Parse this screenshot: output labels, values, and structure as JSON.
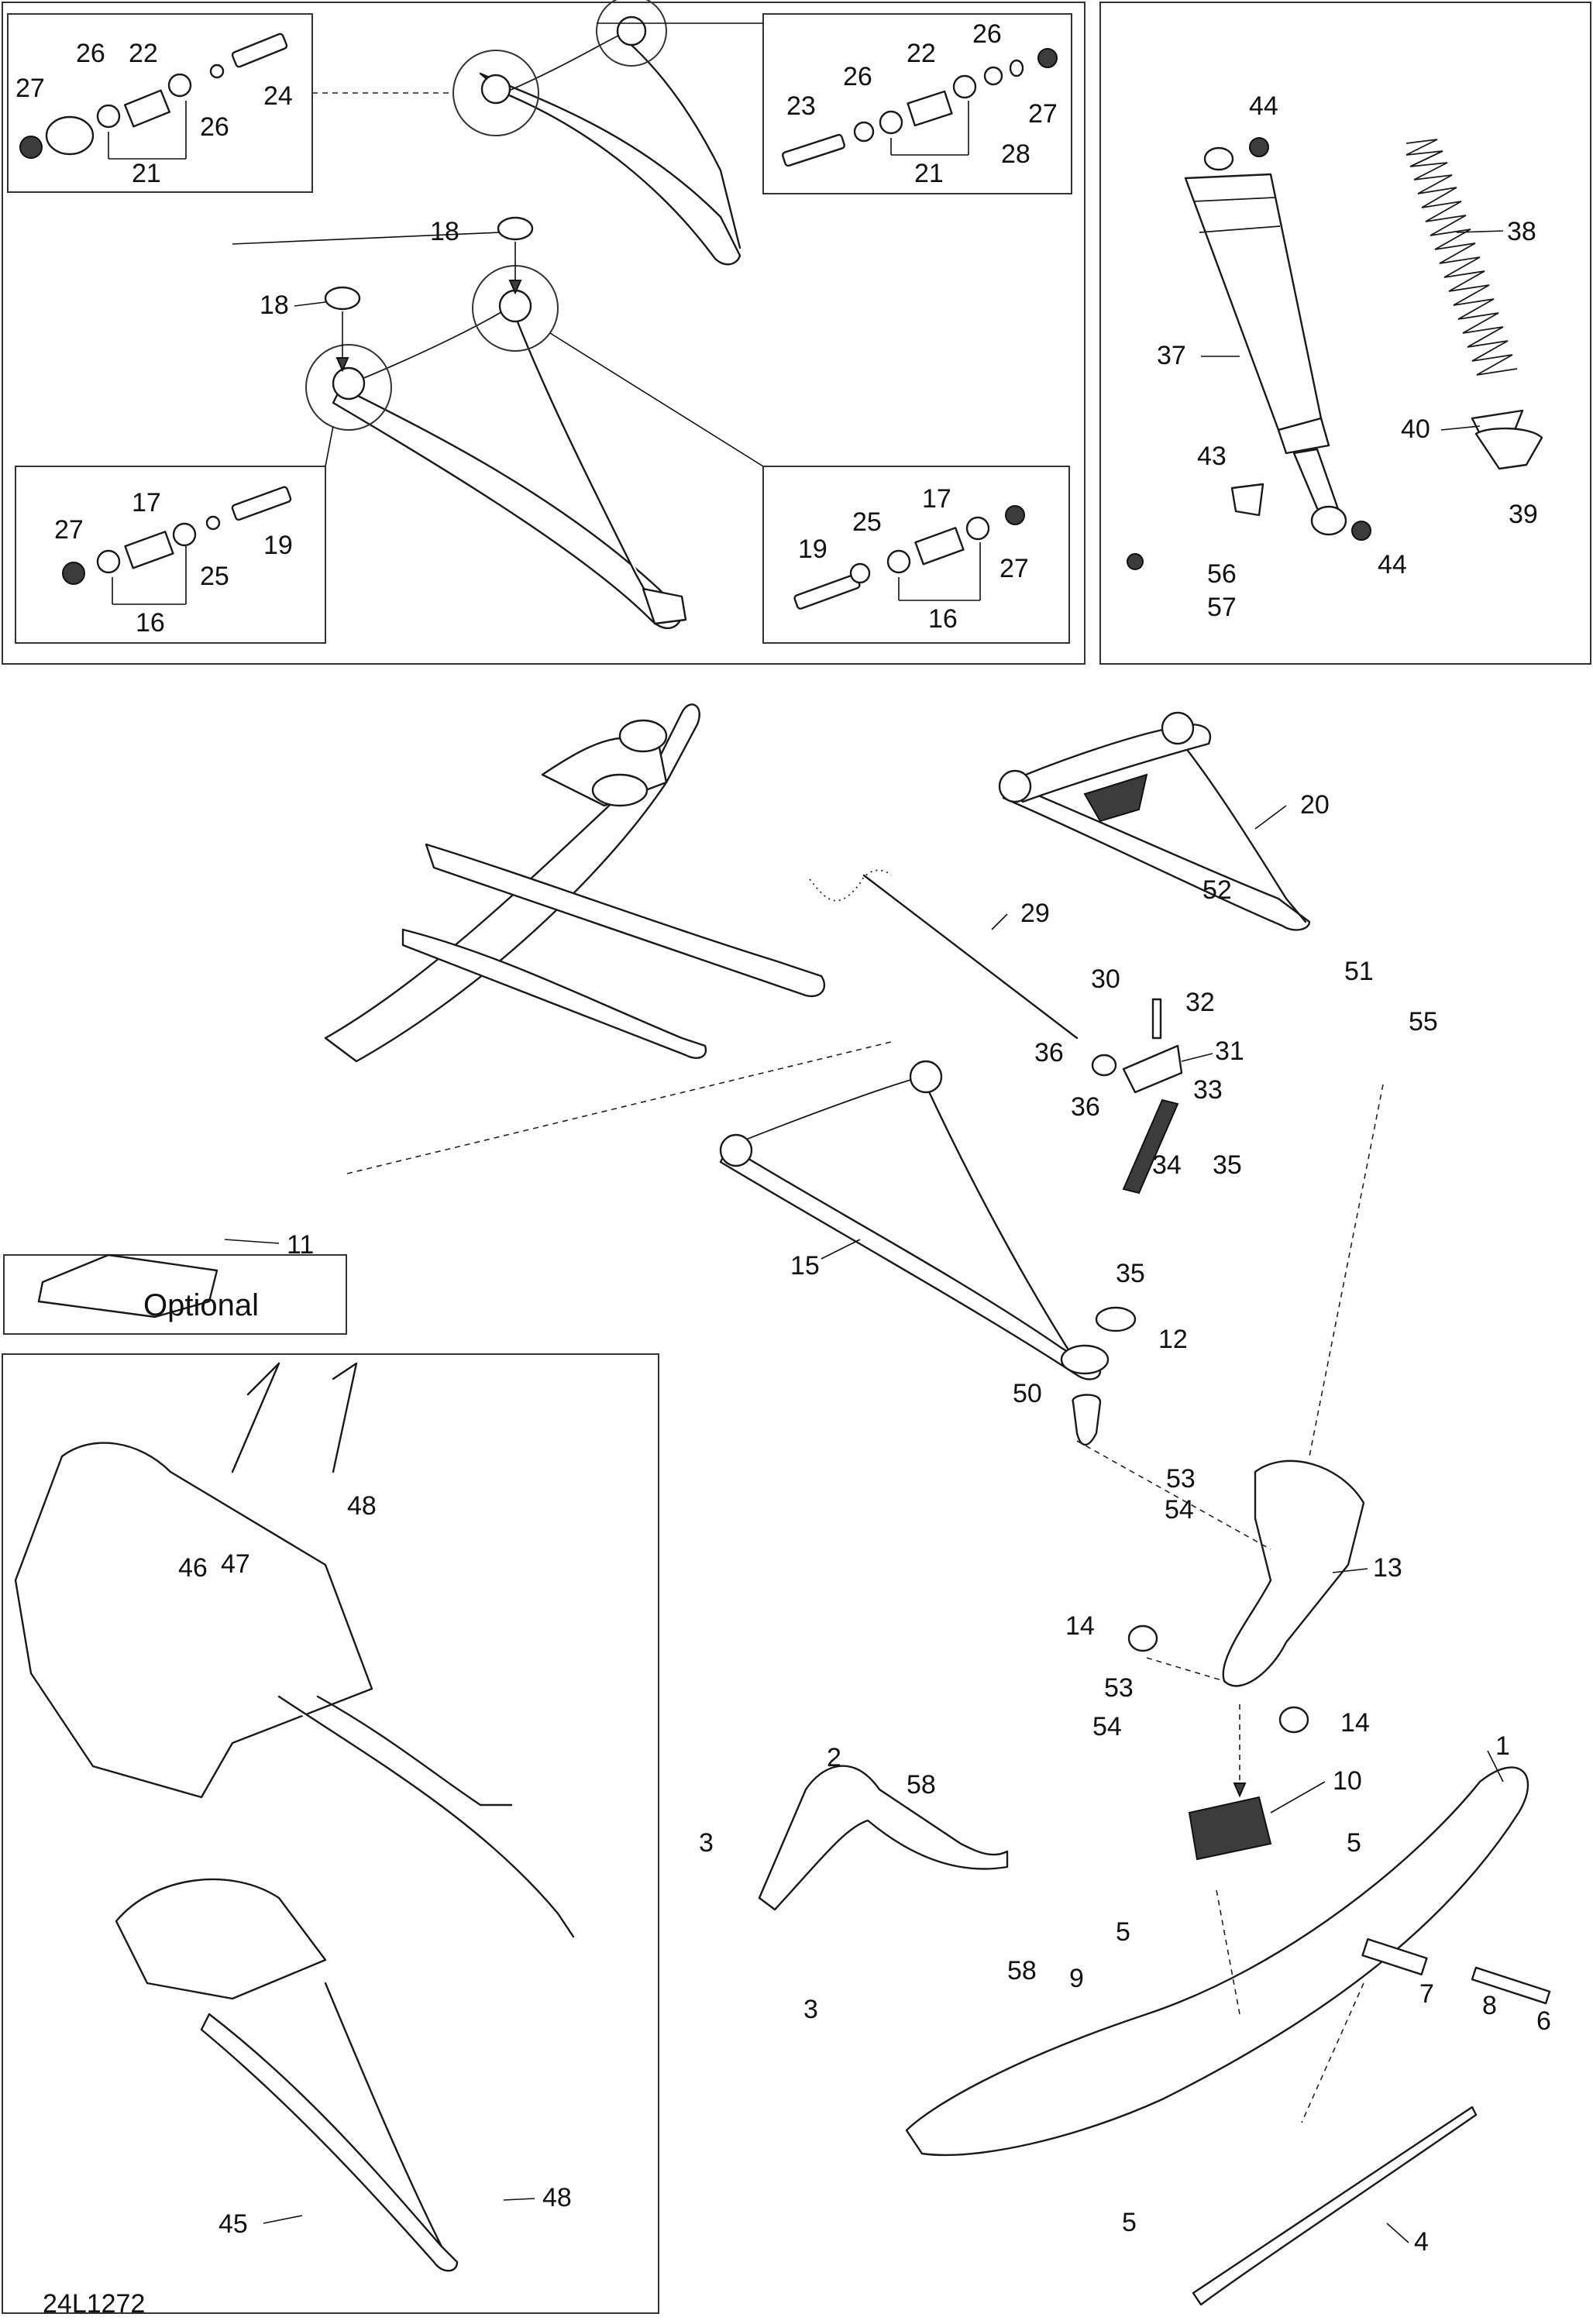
{
  "figure_reference": "24L1272",
  "optional_label": "Optional",
  "callouts": {
    "c1": "1",
    "c2": "2",
    "c3a": "3",
    "c3b": "3",
    "c4": "4",
    "c5a": "5",
    "c5b": "5",
    "c5c": "5",
    "c6": "6",
    "c7": "7",
    "c8": "8",
    "c9": "9",
    "c10": "10",
    "c11": "11",
    "c12": "12",
    "c13": "13",
    "c14a": "14",
    "c14b": "14",
    "c15": "15",
    "c16a": "16",
    "c16b": "16",
    "c17a": "17",
    "c17b": "17",
    "c18a": "18",
    "c18b": "18",
    "c19a": "19",
    "c19b": "19",
    "c20": "20",
    "c21a": "21",
    "c21b": "21",
    "c22a": "22",
    "c22b": "22",
    "c23": "23",
    "c24": "24",
    "c25a": "25",
    "c25b": "25",
    "c26a": "26",
    "c26b": "26",
    "c26c": "26",
    "c26d": "26",
    "c27a": "27",
    "c27b": "27",
    "c27c": "27",
    "c27d": "27",
    "c28": "28",
    "c29": "29",
    "c30": "30",
    "c31": "31",
    "c32": "32",
    "c33": "33",
    "c34": "34",
    "c35a": "35",
    "c35b": "35",
    "c36a": "36",
    "c36b": "36",
    "c37": "37",
    "c38": "38",
    "c39": "39",
    "c40": "40",
    "c43": "43",
    "c44a": "44",
    "c44b": "44",
    "c45": "45",
    "c46": "46",
    "c47": "47",
    "c48a": "48",
    "c48b": "48",
    "c50": "50",
    "c51": "51",
    "c52": "52",
    "c53a": "53",
    "c53b": "53",
    "c54a": "54",
    "c54b": "54",
    "c55": "55",
    "c56": "56",
    "c57": "57",
    "c58a": "58",
    "c58b": "58"
  }
}
